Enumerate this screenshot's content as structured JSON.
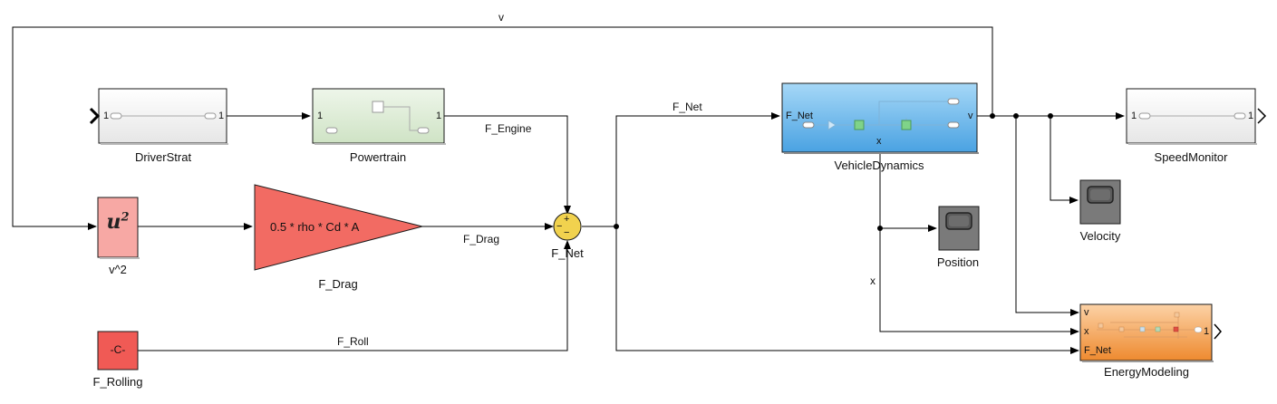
{
  "blocks": {
    "driver_strat": {
      "name": "DriverStrat",
      "in_port": "1",
      "out_port": "1"
    },
    "powertrain": {
      "name": "Powertrain",
      "in_port": "1",
      "out_port": "1"
    },
    "vehicle_dynamics": {
      "name": "VehicleDynamics",
      "in_port": "F_Net",
      "out_port": "v",
      "bottom_port": "x"
    },
    "speed_monitor": {
      "name": "SpeedMonitor",
      "in_port": "1",
      "out_port": "1"
    },
    "square": {
      "name": "v^2",
      "symbol": "u",
      "exponent": "2"
    },
    "drag_gain": {
      "name": "F_Drag",
      "expression": "0.5 * rho * Cd * A"
    },
    "rolling_const": {
      "name": "F_Rolling",
      "value": "-C-"
    },
    "sum": {
      "name": "F_Net",
      "plus_sign": "+",
      "minus_sign": "−"
    },
    "position_scope": {
      "name": "Position"
    },
    "velocity_scope": {
      "name": "Velocity"
    },
    "energy_modeling": {
      "name": "EnergyModeling",
      "in_ports": [
        "v",
        "x",
        "F_Net"
      ],
      "out_port": "1"
    }
  },
  "signals": {
    "v_feedback": "v",
    "f_engine": "F_Engine",
    "f_drag": "F_Drag",
    "f_roll": "F_Roll",
    "f_net": "F_Net",
    "x": "x"
  },
  "colors": {
    "line": "#000000",
    "subsystem_gray": "#eeeeee",
    "powertrain_green": "#d9ead3",
    "dynamics_blue": "#5aace6",
    "energy_orange": "#f6a04d",
    "gain_red": "#f26b63",
    "square_pink": "#f7a8a4",
    "constant_red": "#f05a55",
    "sum_yellow": "#f1d24e",
    "scope_gray": "#7a7a7a"
  }
}
